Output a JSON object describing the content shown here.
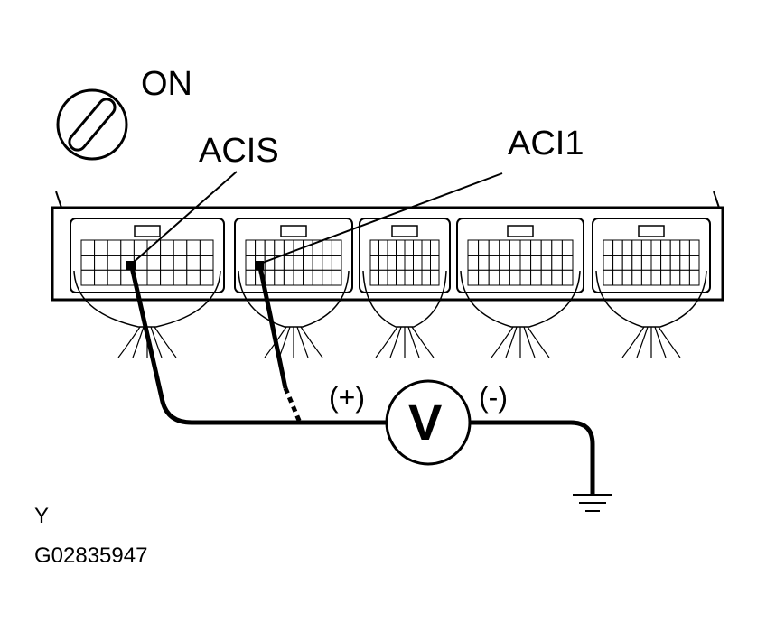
{
  "labels": {
    "ignition_state": "ON",
    "pin_a": "ACIS",
    "pin_b": "ACI1",
    "plus": "(+)",
    "minus": "(-)",
    "meter": "V",
    "corner_letter": "Y",
    "figure_id": "G02835947"
  },
  "connectors": [
    {
      "cols": 10,
      "rows": 3,
      "probed": true
    },
    {
      "cols": 10,
      "rows": 3,
      "probed": true
    },
    {
      "cols": 8,
      "rows": 3,
      "probed": false
    },
    {
      "cols": 10,
      "rows": 3,
      "probed": false
    },
    {
      "cols": 10,
      "rows": 3,
      "probed": false
    }
  ],
  "colors": {
    "line": "#000000",
    "background": "#ffffff"
  }
}
